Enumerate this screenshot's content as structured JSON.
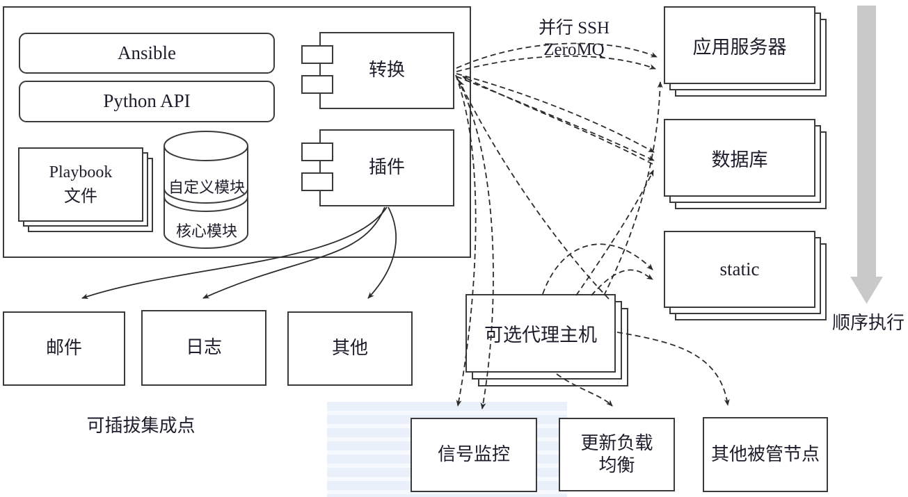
{
  "colors": {
    "line": "#2b2b2b",
    "box_border": "#3a3a3a",
    "text": "#1d1d2b",
    "sequence_arrow": "#c9c9c9",
    "watermark": "#d9e4f1"
  },
  "control_node": {
    "ansible": "Ansible",
    "python_api": "Python API",
    "playbook_line1": "Playbook",
    "playbook_line2": "文件",
    "custom_modules": "自定义模块",
    "core_modules": "核心模块",
    "transport": "转换",
    "plugins": "插件"
  },
  "annotations": {
    "parallel_ssh": "并行 SSH",
    "zeromq": "ZeroMQ",
    "sequential_execution": "顺序执行",
    "pluggable_integration": "可插拔集成点"
  },
  "integration_points": {
    "mail": "邮件",
    "log": "日志",
    "other": "其他"
  },
  "managed_nodes": {
    "app_servers": "应用服务器",
    "database": "数据库",
    "static": "static",
    "proxy_host": "可选代理主机",
    "signal_monitor": "信号监控",
    "load_balancer_line1": "更新负载",
    "load_balancer_line2": "均衡",
    "other_managed": "其他被管节点"
  }
}
